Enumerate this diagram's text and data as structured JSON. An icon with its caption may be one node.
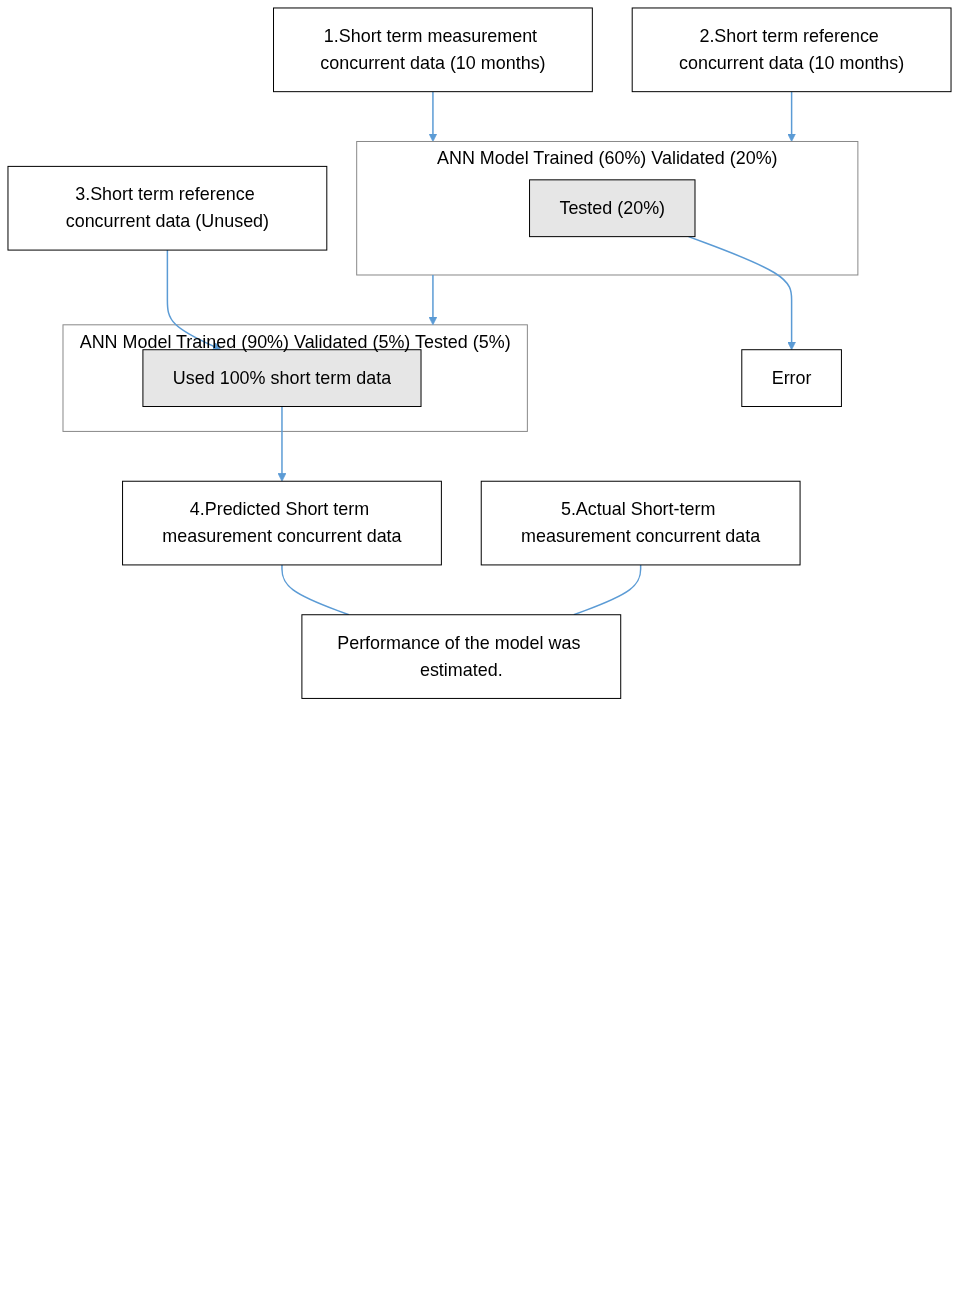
{
  "diagram": {
    "nodes": [
      {
        "text": [
          "1.Short term measurement concurrent data (10 months)"
        ]
      },
      {
        "text": [
          "2.Short term reference concurrent data (10 months)"
        ]
      },
      {
        "text": [
          "ANN Model Trained (60%) Validated (20%)"
        ]
      },
      {
        "text": [
          "Tested (20%)"
        ],
        "in": 2
      },
      {
        "text": [
          "Error"
        ]
      },
      {
        "text": [
          "ANN Model Trained (90%) Validated (5%) Tested (5%)"
        ]
      },
      {
        "text": [
          "Used 100% short term data"
        ],
        "in": 5
      },
      {
        "text": [
          "4.Predicted Short term measurement concurrent data"
        ]
      },
      {
        "text": [
          "3.Short term reference concurrent data (Unused)"
        ]
      },
      {
        "text": [
          "5.Actual Short-term measurement concurrent data"
        ]
      },
      {
        "text": [
          "Performance of the model was estimated."
        ]
      }
    ],
    "edges": [
      {
        "from": 0,
        "to": 2,
        "arrow": "to"
      },
      {
        "from": 1,
        "to": 2,
        "arrow": "to"
      },
      {
        "from": 3,
        "to": 4,
        "arrow": "to"
      },
      {
        "from": 2,
        "to": 5,
        "arrow": "to"
      },
      {
        "from": 6,
        "to": 7,
        "arrow": "to"
      },
      {
        "from": 8,
        "to": 6,
        "arrow": "to"
      },
      {
        "from": 7,
        "to": 10,
        "arrow": "none"
      },
      {
        "from": 9,
        "to": 10,
        "arrow": "none"
      }
    ]
  }
}
